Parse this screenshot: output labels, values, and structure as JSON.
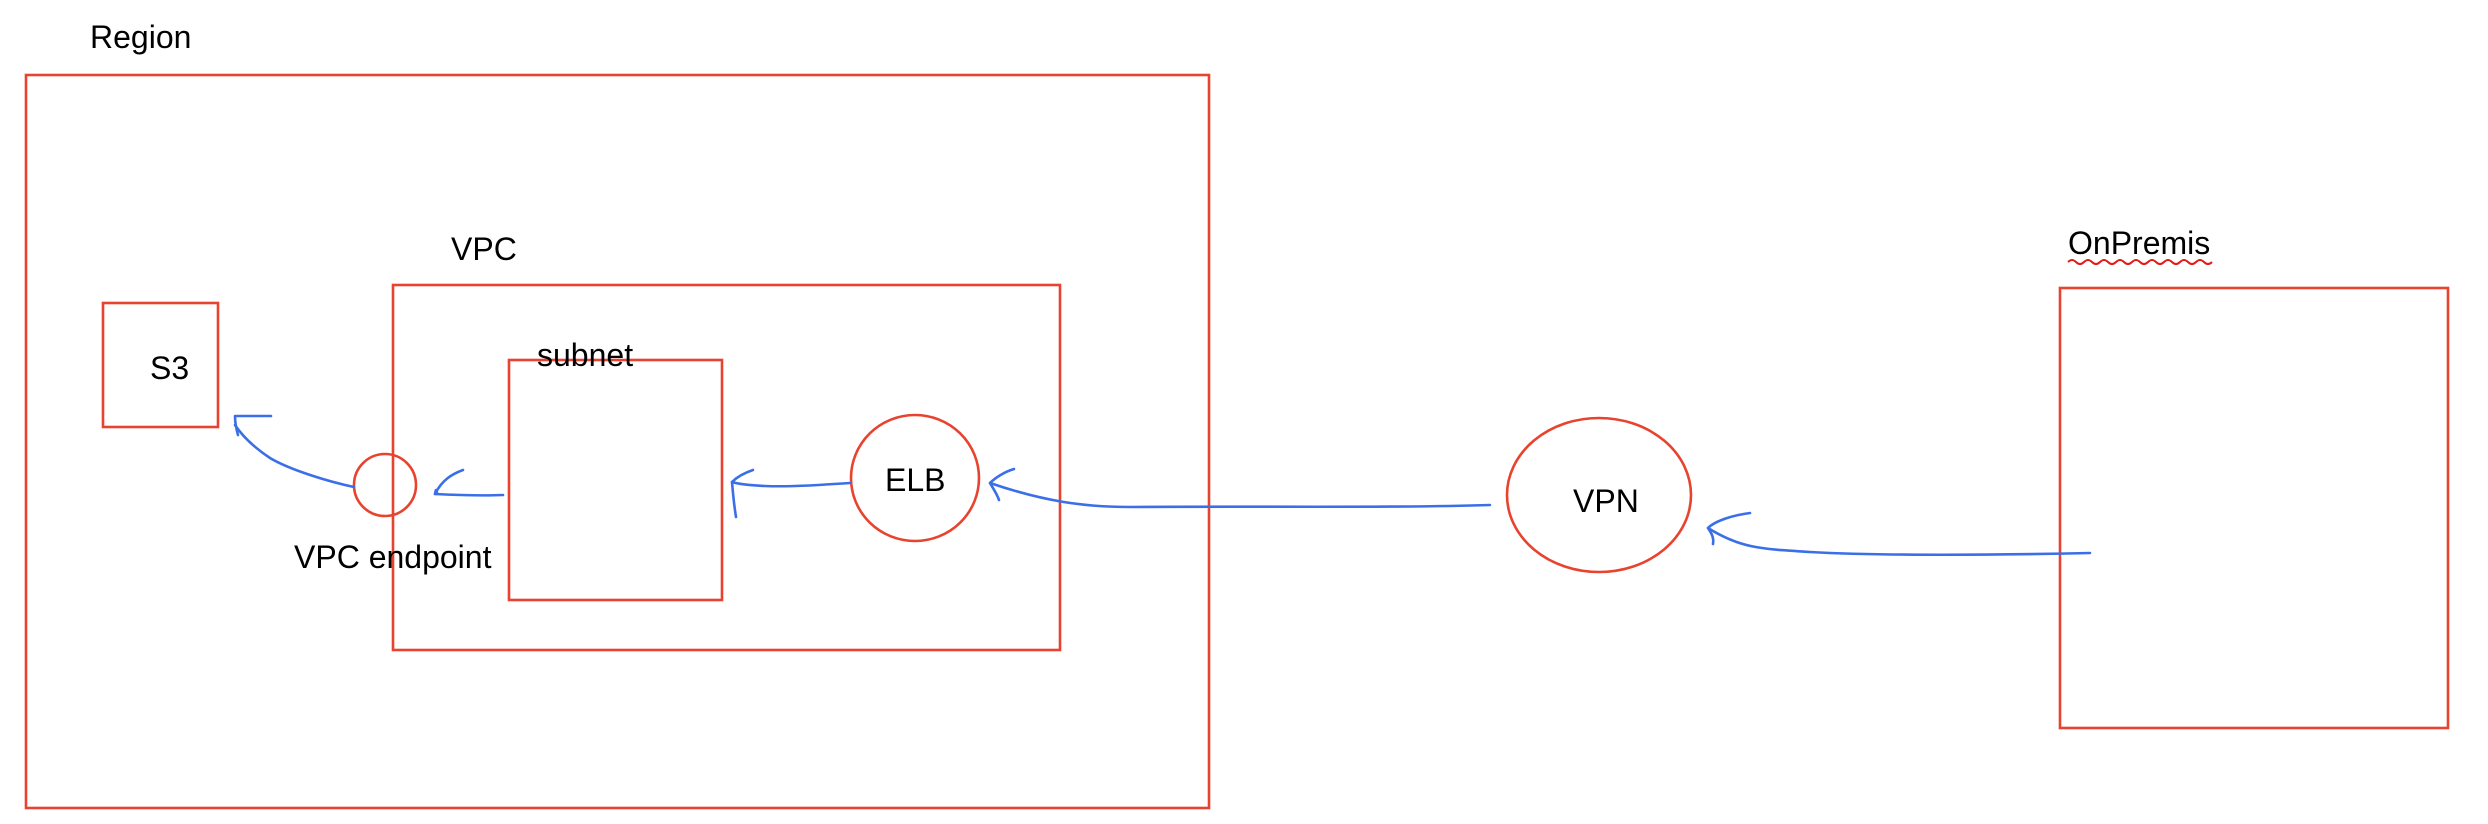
{
  "labels": {
    "region": "Region",
    "vpc": "VPC",
    "subnet": "subnet",
    "s3": "S3",
    "elb": "ELB",
    "vpn": "VPN",
    "vpc_endpoint": "VPC endpoint",
    "onpremis": "OnPremis"
  },
  "colors": {
    "shape_stroke": "#e8432e",
    "arrow_stroke": "#3b6fe8",
    "spellcheck_underline": "#e01e1e",
    "text": "#000000",
    "background": "#ffffff"
  }
}
